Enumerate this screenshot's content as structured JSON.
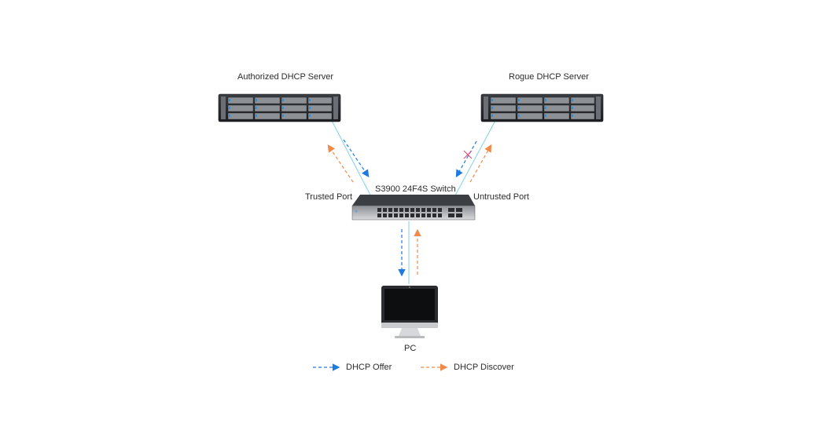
{
  "diagram": {
    "authorized_server_label": "Authorized DHCP Server",
    "rogue_server_label": "Rogue DHCP Server",
    "switch_label": "S3900 24F4S Switch",
    "trusted_port_label": "Trusted Port",
    "untrusted_port_label": "Untrusted Port",
    "pc_label": "PC"
  },
  "legend": {
    "offer_label": "DHCP Offer",
    "discover_label": "DHCP Discover"
  },
  "colors": {
    "offer": "#1f7ae0",
    "discover": "#f08a4b",
    "link": "#7fd3e6",
    "blocked_x": "#e0507a"
  },
  "icons": [
    "server-icon",
    "switch-icon",
    "monitor-icon",
    "blocked-x-icon"
  ]
}
